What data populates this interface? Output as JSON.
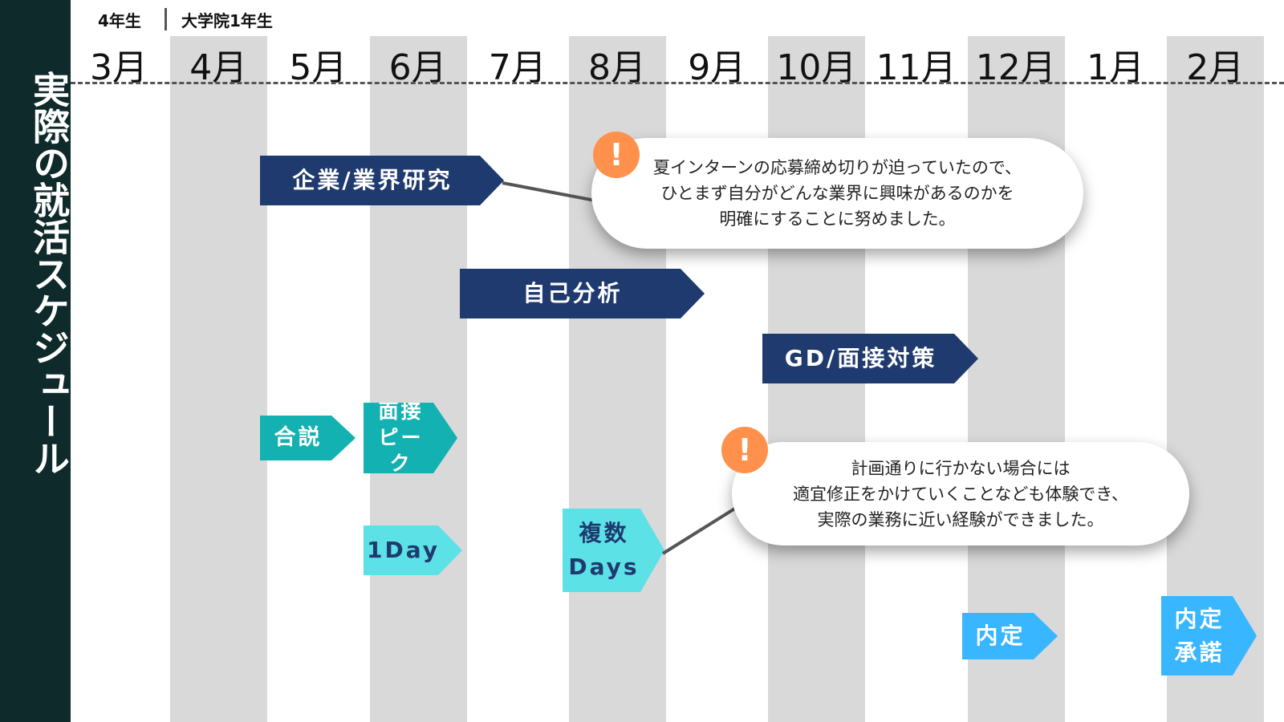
{
  "title": "実際の就活スケジュール",
  "years": [
    "4年生",
    "大学院1年生"
  ],
  "months": [
    "3月",
    "4月",
    "5月",
    "6月",
    "7月",
    "8月",
    "9月",
    "10月",
    "11月",
    "12月",
    "1月",
    "2月"
  ],
  "arrows": {
    "research": "企業/業界研究",
    "self_analysis": "自己分析",
    "gd": "GD/面接対策",
    "briefing": "合説",
    "interview_peak": "面接ピーク",
    "oneday": "1Day",
    "multi": "複数Days",
    "offer": "内定",
    "accept": "内定承諾"
  },
  "notes": [
    {
      "icon": "!",
      "lines": [
        "夏インターンの応募締め切りが迫っていたので、",
        "ひとまず自分がどんな業界に興味があるのかを",
        "明確にすることに努めました。"
      ]
    },
    {
      "icon": "!",
      "lines": [
        "計画通りに行かない場合には",
        "適宜修正をかけていくことなども体験でき、",
        "実際の業務に近い経験ができました。"
      ]
    }
  ],
  "colors": {
    "sidebar": "#0f2a2a",
    "navy": "#1f3a6e",
    "teal": "#13b1b1",
    "cyan": "#5ce1e6",
    "blue": "#38b6ff",
    "warn": "#ff914d"
  }
}
